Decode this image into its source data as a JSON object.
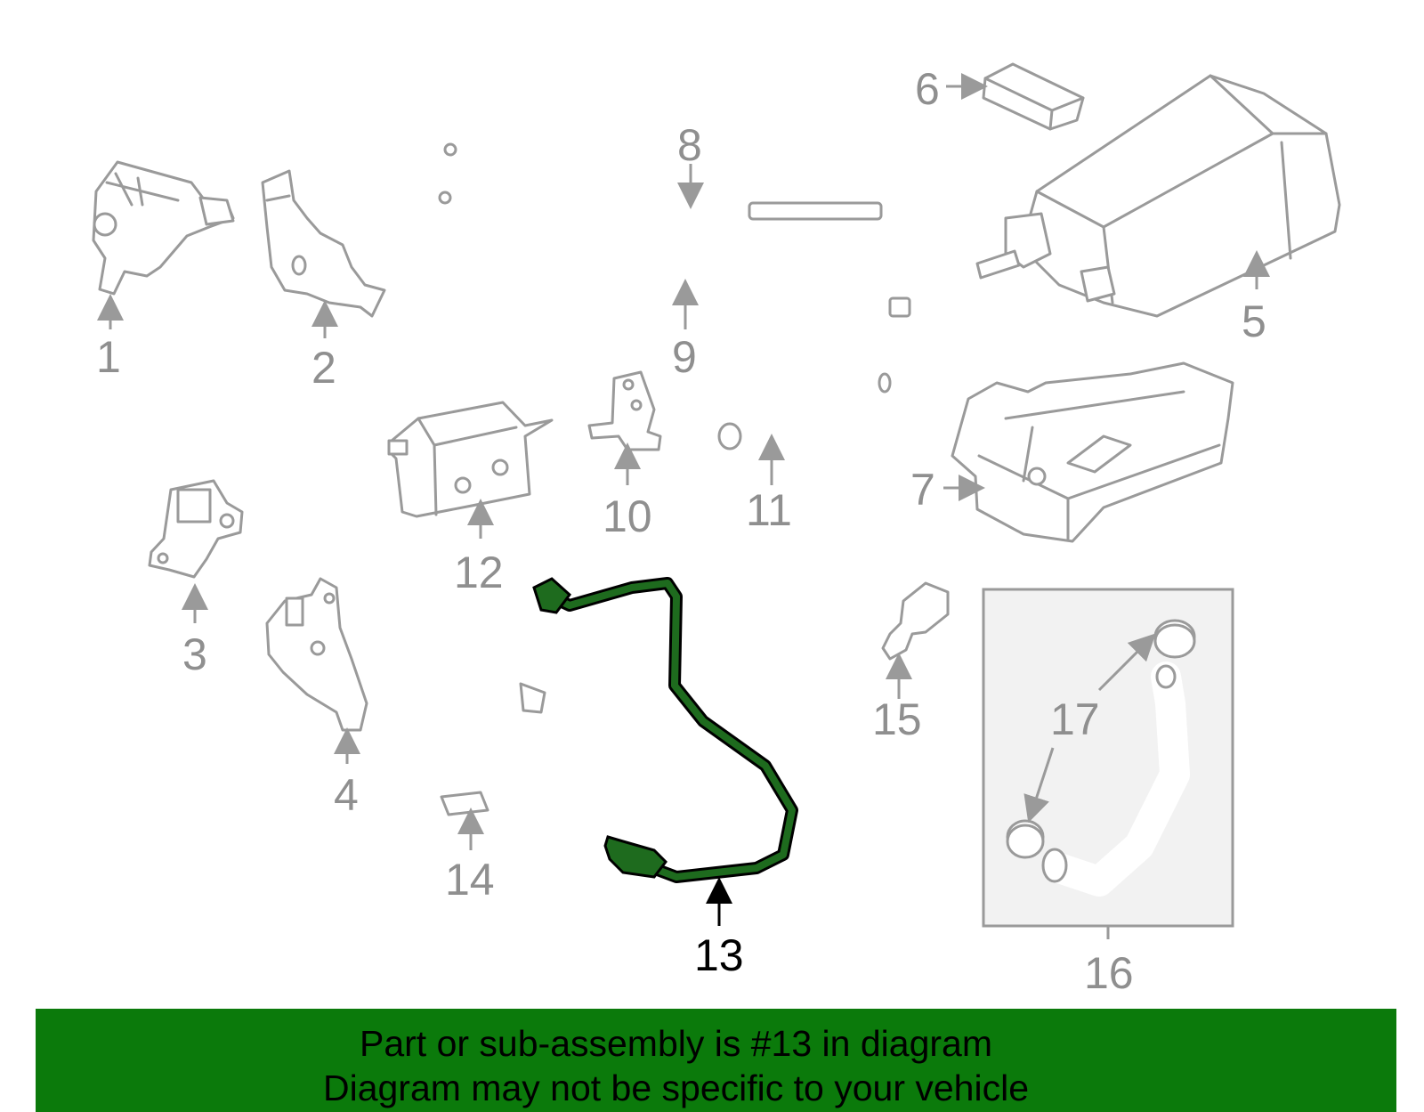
{
  "diagram": {
    "callouts": [
      "1",
      "2",
      "3",
      "4",
      "5",
      "6",
      "7",
      "8",
      "9",
      "10",
      "11",
      "12",
      "13",
      "14",
      "15",
      "16",
      "17"
    ],
    "highlighted_callout": "13",
    "highlight_color": "#1e6b1e",
    "part_line_color": "#9a9a9a"
  },
  "footer": {
    "background": "#0b7a0b",
    "line1": "Part or sub-assembly is #13 in diagram",
    "line2": "Diagram may not be specific to your vehicle"
  }
}
